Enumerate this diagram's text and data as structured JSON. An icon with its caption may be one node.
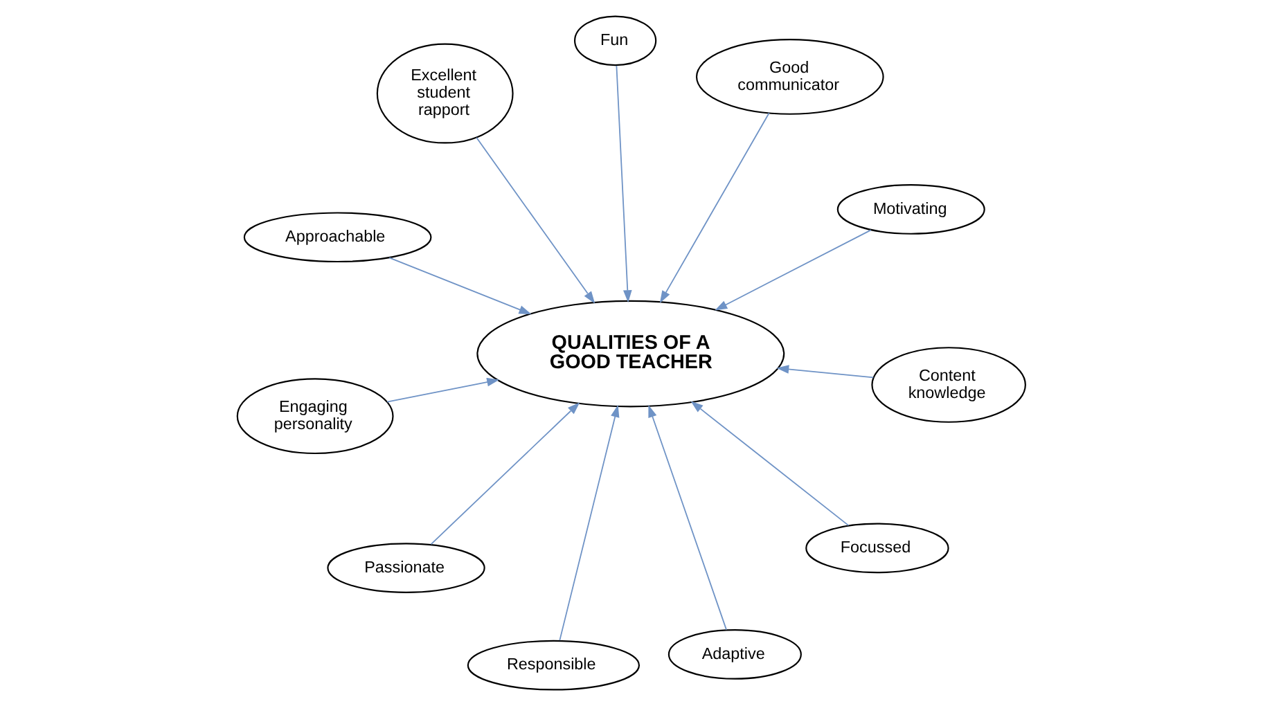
{
  "diagram": {
    "nodes": [
      {
        "text": [
          "Engaging personality"
        ]
      },
      {
        "text": [
          "Motivating"
        ]
      },
      {
        "text": [
          "Responsible"
        ]
      },
      {
        "text": [
          "Excellent student rapport"
        ]
      },
      {
        "text": [
          "Good communicator"
        ]
      },
      {
        "text": [
          "Fun"
        ]
      },
      {
        "text": [
          "QUALITIES OF A GOOD TEACHER"
        ]
      },
      {
        "text": [
          "Content knowledge"
        ]
      },
      {
        "text": [
          "Passionate"
        ]
      },
      {
        "text": [
          "Adaptive"
        ]
      },
      {
        "text": [
          "Focussed"
        ]
      },
      {
        "text": [
          "Approachable"
        ]
      }
    ],
    "edges": [
      {
        "from": 3,
        "to": 6,
        "arrow": "to"
      },
      {
        "from": 0,
        "to": 6,
        "arrow": "to"
      },
      {
        "from": 1,
        "to": 6,
        "arrow": "to"
      },
      {
        "from": 2,
        "to": 6,
        "arrow": "to"
      },
      {
        "from": 4,
        "to": 6,
        "arrow": "to"
      },
      {
        "from": 5,
        "to": 6,
        "arrow": "to"
      },
      {
        "from": 7,
        "to": 6,
        "arrow": "to"
      },
      {
        "from": 8,
        "to": 6,
        "arrow": "to"
      },
      {
        "from": 9,
        "to": 6,
        "arrow": "to"
      },
      {
        "from": 10,
        "to": 6,
        "arrow": "to"
      },
      {
        "from": 11,
        "to": 6,
        "arrow": "to"
      }
    ]
  }
}
